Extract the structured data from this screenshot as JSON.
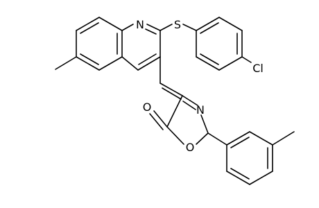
{
  "molecule": {
    "atoms": {
      "N_quinoline": "N",
      "S_thioether": "S",
      "Cl": "Cl",
      "N_oxazole": "N",
      "O_carbonyl": "O",
      "O_ring": "O"
    }
  },
  "colors": {
    "bond": "#000000",
    "background": "#ffffff"
  }
}
